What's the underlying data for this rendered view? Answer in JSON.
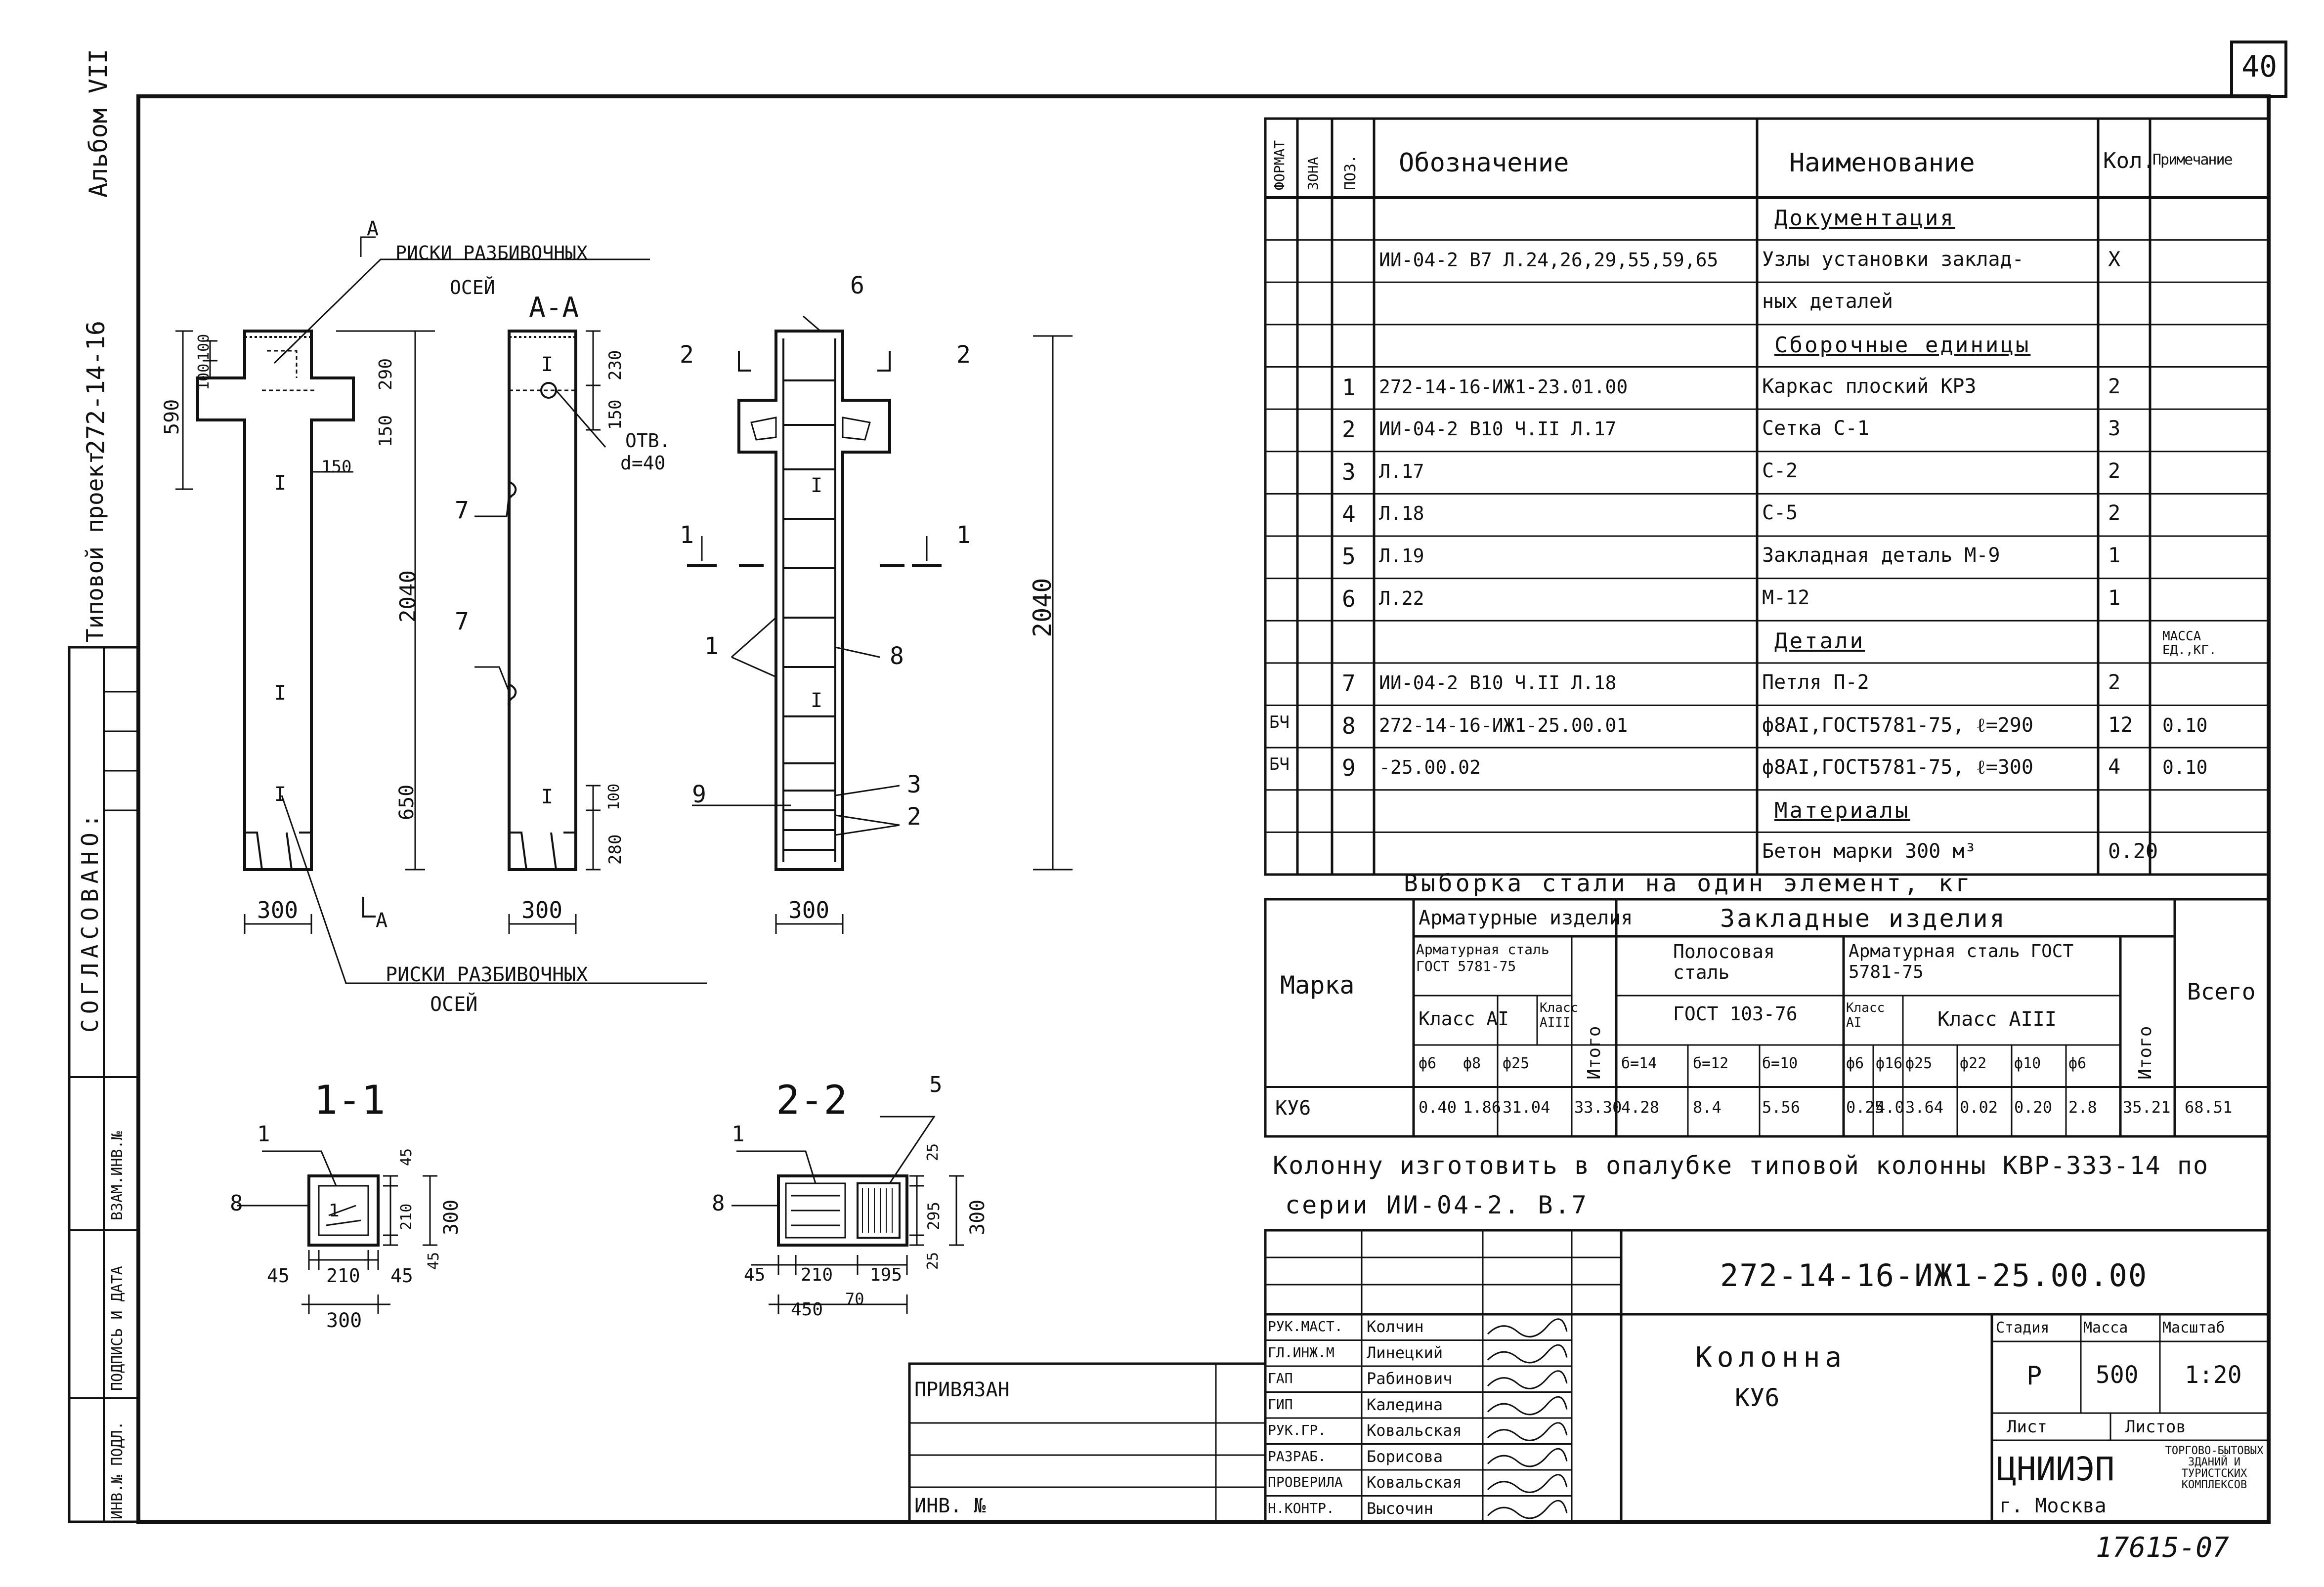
{
  "sheet": {
    "page_number": "40",
    "archive_number": "17615-07",
    "side_album": "Альбом VII",
    "side_project_code": "272-14-16",
    "side_project_type": "Типовой проект",
    "side_agreed": "СОГЛАСОВАНО:",
    "side_inv_subst": "ВЗАМ.ИНВ.№",
    "side_sign_date": "ПОДПИСЬ И ДАТА",
    "side_inv_orig": "ИНВ.№ ПОДЛ."
  },
  "drawing": {
    "label_a_top": "А",
    "label_a_bottom": "А",
    "section_aa": "А-А",
    "section_11": "1-1",
    "section_22": "2-2",
    "marks_top_l1": "РИСКИ РАЗБИВОЧНЫХ",
    "marks_top_l2": "ОСЕЙ",
    "marks_bottom_l1": "РИСКИ РАЗБИВОЧНЫХ",
    "marks_bottom_l2": "ОСЕЙ",
    "opening_l1": "ОТВ.",
    "opening_l2": "d=40",
    "dims": {
      "d590": "590",
      "d100": "100",
      "d100b": "100",
      "d150": "150",
      "d150b": "150",
      "d2040": "2040",
      "d650": "650",
      "d290": "290",
      "d230": "230",
      "d150c": "150",
      "d100c": "100",
      "d280": "280",
      "d2040b": "2040",
      "w300a": "300",
      "w300b": "300",
      "w300c": "300",
      "s1_45a": "45",
      "s1_210a": "210",
      "s1_45b": "45",
      "s1_300a": "300",
      "s1_45c": "45",
      "s1_210b": "210",
      "s1_45d": "45",
      "s1_300b": "300",
      "s2_45": "45",
      "s2_210": "210",
      "s2_195": "195",
      "s2_450": "450",
      "s2_70": "70",
      "s2_25a": "25",
      "s2_295": "295",
      "s2_25b": "25",
      "s2_300": "300"
    },
    "pos": {
      "p1a": "1",
      "p1b": "1",
      "p1c": "1",
      "p1d": "1",
      "p2a": "2",
      "p2b": "2",
      "p2c": "2",
      "p3": "3",
      "p5": "5",
      "p6": "6",
      "p7a": "7",
      "p7b": "7",
      "p8a": "8",
      "p8b": "8",
      "p8c": "8",
      "p9": "9",
      "cut1a": "1",
      "cut1b": "1",
      "cut2a": "2",
      "cut2b": "2",
      "r1a": "I",
      "r1b": "I",
      "r1c": "I",
      "r1d": "I",
      "r1e": "I",
      "r1f": "I",
      "r1g": "I"
    }
  },
  "spec": {
    "headers": {
      "format": "ФОРМАТ",
      "zone": "ЗОНА",
      "pos": "ПОЗ.",
      "designation": "Обозначение",
      "name": "Наименование",
      "qty": "Кол.",
      "note": "Примечание"
    },
    "rows": [
      {
        "format": "",
        "zone": "",
        "pos": "",
        "designation": "",
        "name": "Документация",
        "qty": "",
        "note": "",
        "heading": true
      },
      {
        "format": "",
        "zone": "",
        "pos": "",
        "designation": "ИИ-04-2 В7 Л.24,26,29,55,59,65",
        "name": "Узлы установки заклад-",
        "qty": "Х",
        "note": ""
      },
      {
        "format": "",
        "zone": "",
        "pos": "",
        "designation": "",
        "name": "ных деталей",
        "qty": "",
        "note": ""
      },
      {
        "format": "",
        "zone": "",
        "pos": "",
        "designation": "",
        "name": "Сборочные единицы",
        "qty": "",
        "note": "",
        "heading": true
      },
      {
        "format": "",
        "zone": "",
        "pos": "1",
        "designation": "272-14-16-ИЖ1-23.01.00",
        "name": "Каркас плоский КР3",
        "qty": "2",
        "note": ""
      },
      {
        "format": "",
        "zone": "",
        "pos": "2",
        "designation": "ИИ-04-2 В10 Ч.II Л.17",
        "name": "Сетка С-1",
        "qty": "3",
        "note": ""
      },
      {
        "format": "",
        "zone": "",
        "pos": "3",
        "designation": "Л.17",
        "name": "С-2",
        "qty": "2",
        "note": ""
      },
      {
        "format": "",
        "zone": "",
        "pos": "4",
        "designation": "Л.18",
        "name": "С-5",
        "qty": "2",
        "note": ""
      },
      {
        "format": "",
        "zone": "",
        "pos": "5",
        "designation": "Л.19",
        "name": "Закладная деталь М-9",
        "qty": "1",
        "note": ""
      },
      {
        "format": "",
        "zone": "",
        "pos": "6",
        "designation": "Л.22",
        "name": "М-12",
        "qty": "1",
        "note": ""
      },
      {
        "format": "",
        "zone": "",
        "pos": "",
        "designation": "",
        "name": "Детали",
        "qty": "",
        "note": "МАССА ЕД.,КГ.",
        "heading": true
      },
      {
        "format": "",
        "zone": "",
        "pos": "7",
        "designation": "ИИ-04-2 В10 Ч.II Л.18",
        "name": "Петля П-2",
        "qty": "2",
        "note": ""
      },
      {
        "format": "БЧ",
        "zone": "",
        "pos": "8",
        "designation": "272-14-16-ИЖ1-25.00.01",
        "name": "ф8АI,ГОСТ5781-75, ℓ=290",
        "qty": "12",
        "note": "0.10"
      },
      {
        "format": "БЧ",
        "zone": "",
        "pos": "9",
        "designation": "-25.00.02",
        "name": "ф8АI,ГОСТ5781-75, ℓ=300",
        "qty": "4",
        "note": "0.10"
      },
      {
        "format": "",
        "zone": "",
        "pos": "",
        "designation": "",
        "name": "Материалы",
        "qty": "",
        "note": "",
        "heading": true
      },
      {
        "format": "",
        "zone": "",
        "pos": "",
        "designation": "",
        "name": "Бетон марки 300   м³",
        "qty": "0.20",
        "note": ""
      }
    ]
  },
  "steel": {
    "title": "Выборка стали на один элемент, кг",
    "marka": "Марка",
    "arm_items": "Арматурные изделия",
    "embedded": "Закладные изделия",
    "arm_steel": "Арматурная сталь ГОСТ 5781-75",
    "strip_steel": "Полосовая сталь",
    "strip_gost": "ГОСТ 103-76",
    "arm_steel2": "Арматурная сталь ГОСТ 5781-75",
    "class_ai": "Класс АI",
    "class_aiii": "Класс АIII",
    "class_ai2": "Класс АI",
    "class_aiii2": "Класс АIII",
    "itogo1": "Итого",
    "itogo2": "Итого",
    "vsego": "Всего",
    "subs": [
      "ф6",
      "ф8",
      "ф25",
      "",
      "б=14",
      "б=12",
      "б=10",
      "ф6",
      "ф16",
      "ф25",
      "ф22",
      "ф10",
      "ф6",
      ""
    ],
    "row": {
      "mark": "КУ6",
      "values": [
        "0.40",
        "1.86",
        "31.04",
        "33.30",
        "4.28",
        "8.4",
        "5.56",
        "0.25",
        "4.0",
        "3.64",
        "0.02",
        "0.20",
        "2.8",
        "35.21",
        "68.51"
      ]
    }
  },
  "note": {
    "line1": "Колонну изготовить в опалубке типовой колонны КВР-333-14 по",
    "line2": "серии ИИ-04-2. В.7"
  },
  "title_block": {
    "code": "272-14-16-ИЖ1-25.00.00",
    "name1": "Колонна",
    "name2": "КУ6",
    "stage_h": "Стадия",
    "mass_h": "Масса",
    "scale_h": "Масштаб",
    "stage": "Р",
    "mass": "500",
    "scale": "1:20",
    "sheet_h": "Лист",
    "sheets_h": "Листов",
    "org": "ЦНИИЭП",
    "org_sub": "ТОРГОВО-БЫТОВЫХ ЗДАНИЙ И ТУРИСТСКИХ КОМПЛЕКСОВ",
    "city": "г. Москва",
    "privyazan": "ПРИВЯЗАН",
    "inv_no": "ИНВ. №",
    "people": [
      {
        "role": "РУК.МАСТ.",
        "name": "Колчин"
      },
      {
        "role": "ГЛ.ИНЖ.М",
        "name": "Линецкий"
      },
      {
        "role": "ГАП",
        "name": "Рабинович"
      },
      {
        "role": "ГИП",
        "name": "Каледина"
      },
      {
        "role": "РУК.ГР.",
        "name": "Ковальская"
      },
      {
        "role": "РАЗРАБ.",
        "name": "Борисова"
      },
      {
        "role": "ПРОВЕРИЛА",
        "name": "Ковальская"
      },
      {
        "role": "Н.КОНТР.",
        "name": "Высочин"
      }
    ]
  }
}
